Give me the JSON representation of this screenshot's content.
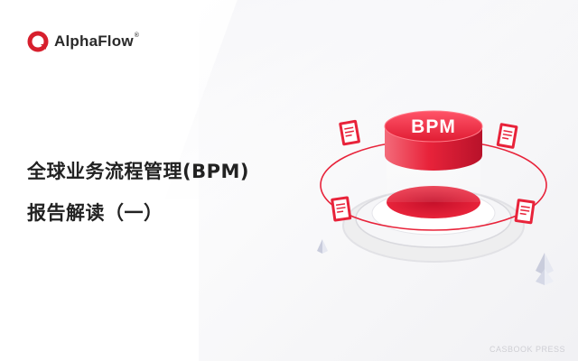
{
  "brand": {
    "name": "AlphaFlow",
    "registered_mark": "®",
    "logo_icon": "alphaflow-logo-icon",
    "accent_color": "#d71f2d"
  },
  "headline": {
    "line1": "全球业务流程管理(BPM)",
    "line2": "报告解读（一）"
  },
  "illustration": {
    "cylinder_label": "BPM",
    "primary_color": "#e8233a",
    "icons": [
      "document-icon",
      "document-icon",
      "document-icon",
      "document-icon",
      "pyramid-icon",
      "pyramid-icon"
    ]
  },
  "watermark": "CASBOOK PRESS"
}
